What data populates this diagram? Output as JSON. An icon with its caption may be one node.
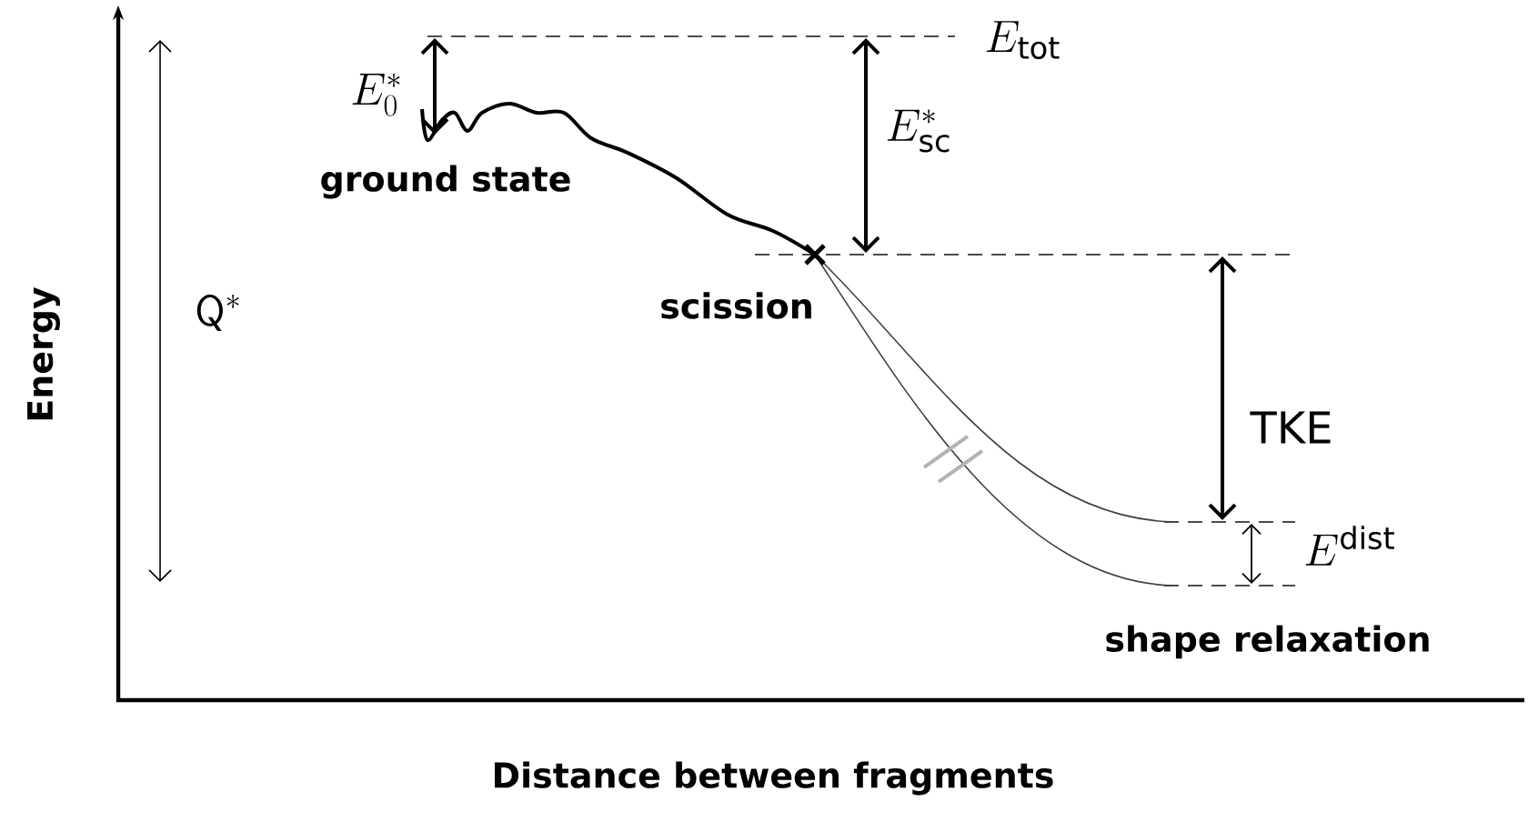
{
  "diagram": {
    "labels": [
      "E_{0}^{*}",
      "E_{\\mathrm{tot}}",
      "E_{\\mathrm{sc}}^{*}",
      "\\mathsf{Q}^{*}",
      "ground state",
      "scission",
      "\\mathrm{TKE}",
      "E^{\\mathrm{dist}}",
      "shape relaxation",
      "Energy",
      "Distance between fragments"
    ]
  }
}
